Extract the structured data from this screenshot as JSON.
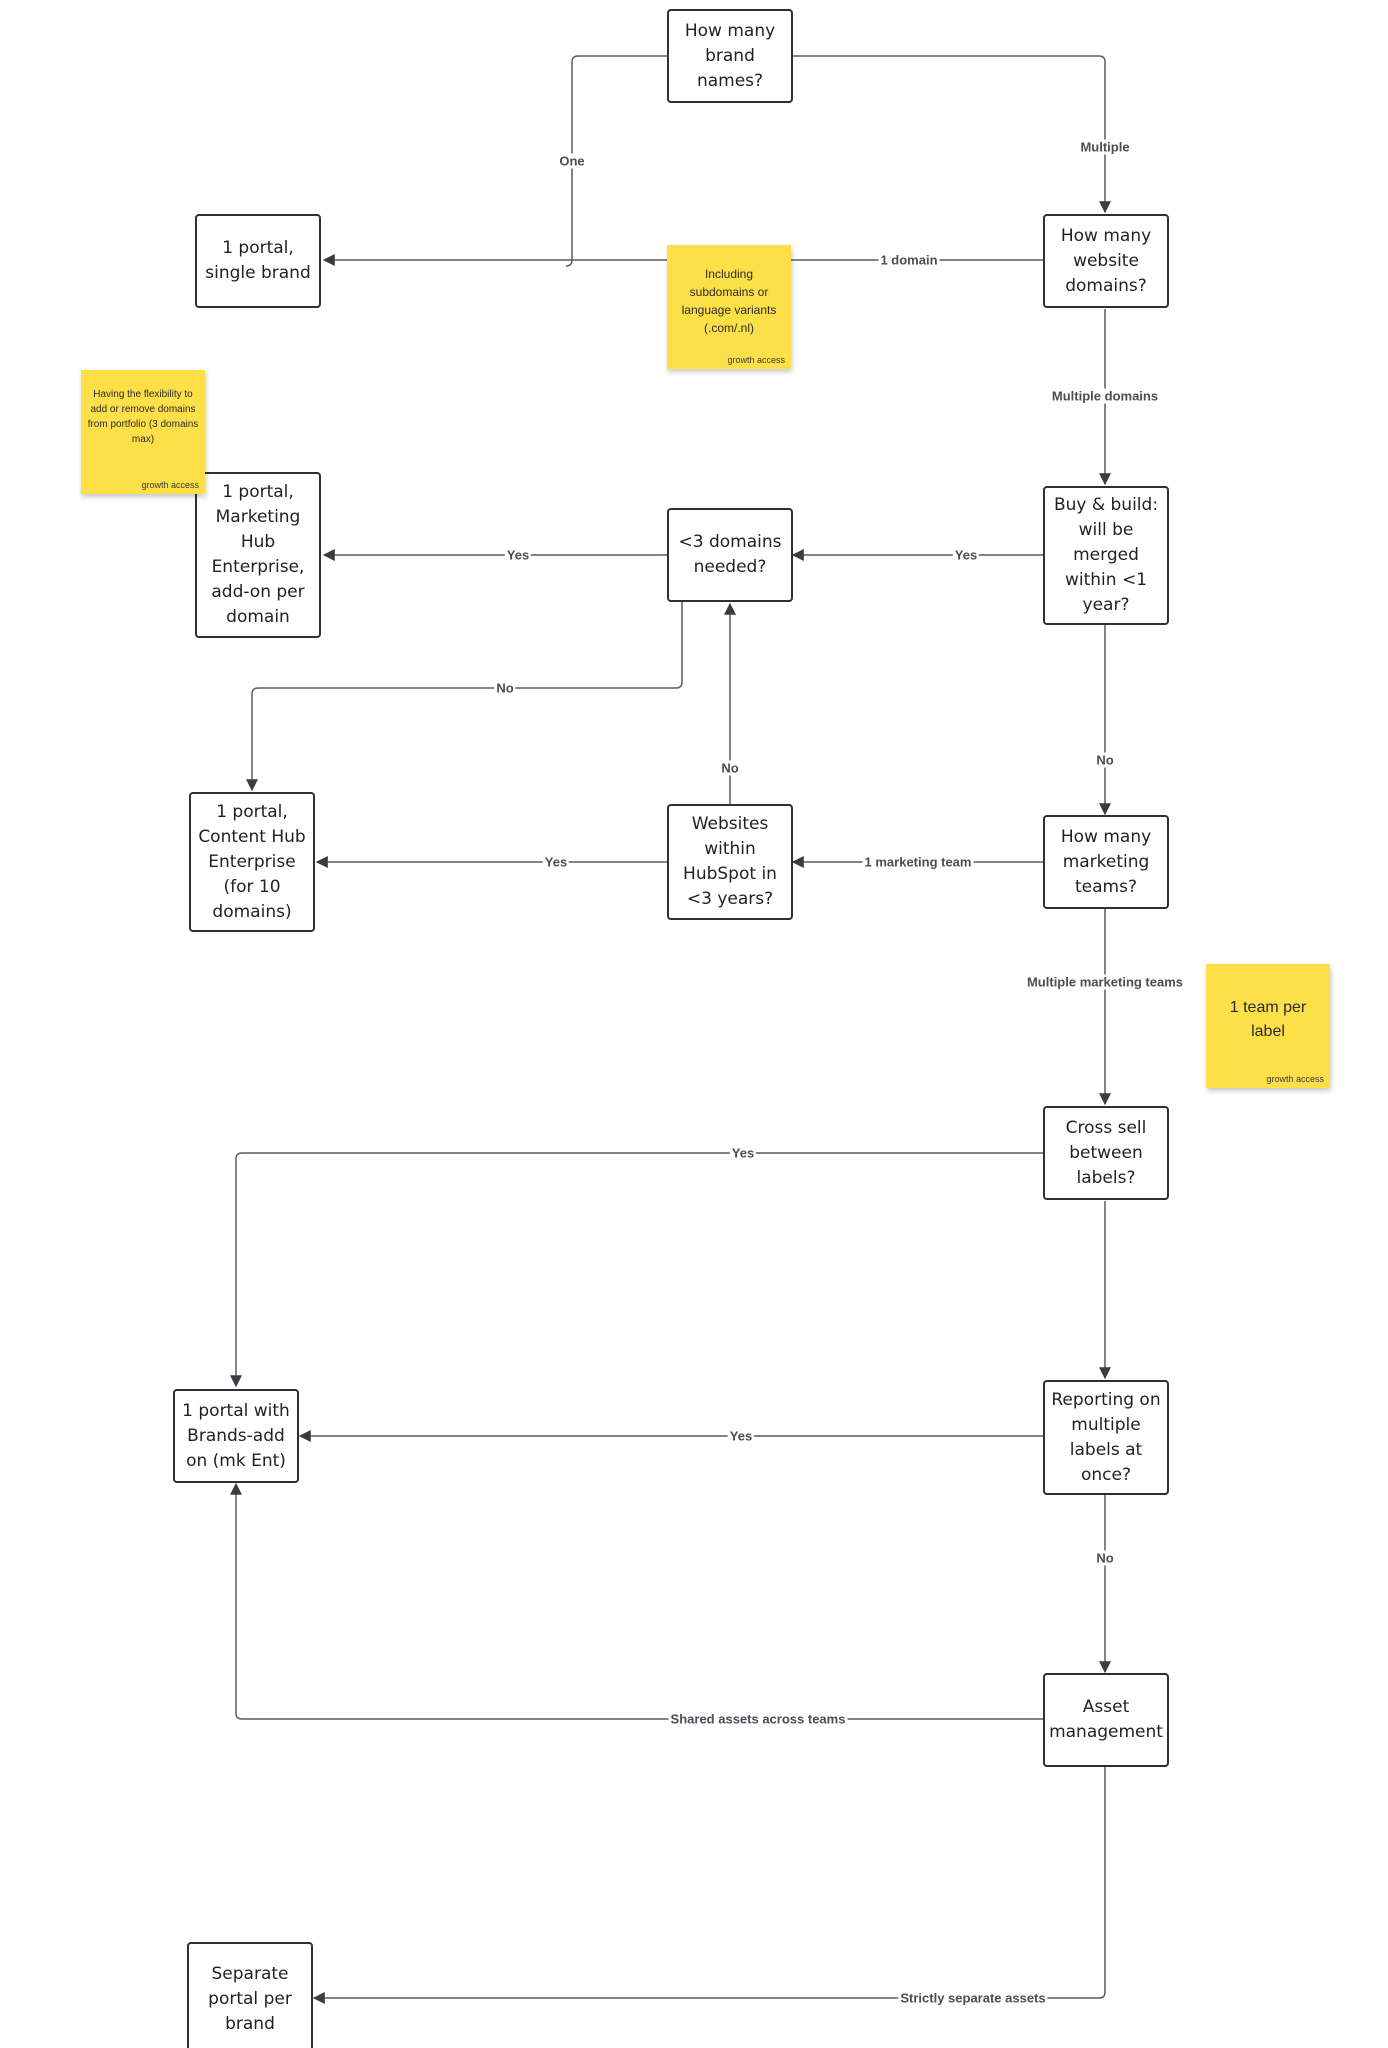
{
  "nodes": {
    "brand_names": "How many brand names?",
    "single_brand": "1 portal, single brand",
    "website_domains": "How many website domains?",
    "buy_build": "Buy & build: will be merged within <1 year?",
    "lt3_domains": "<3 domains needed?",
    "mh_enterprise": "1 portal, Marketing Hub Enterprise, add-on per domain",
    "content_hub": "1 portal, Content Hub Enterprise (for 10 domains)",
    "websites_hubspot": "Websites within HubSpot in <3 years?",
    "marketing_teams": "How many marketing teams?",
    "cross_sell": "Cross sell between labels?",
    "brands_addon": "1 portal with Brands-add on (mk Ent)",
    "reporting": "Reporting on multiple labels at once?",
    "asset_mgmt": "Asset management",
    "separate_portal": "Separate portal per brand"
  },
  "edge_labels": {
    "one": "One",
    "multiple": "Multiple",
    "one_domain": "1 domain",
    "multiple_domains": "Multiple domains",
    "yes_buy_build": "Yes",
    "yes_lt3": "Yes",
    "no_lt3": "No",
    "no_buy_build": "No",
    "no_websites": "No",
    "yes_websites": "Yes",
    "one_marketing_team": "1 marketing team",
    "multiple_marketing_teams": "Multiple marketing teams",
    "yes_cross_sell": "Yes",
    "yes_reporting": "Yes",
    "no_reporting": "No",
    "shared_assets": "Shared assets across teams",
    "strictly_separate": "Strictly separate assets"
  },
  "stickies": {
    "subdomains": {
      "text": "Including subdomains or language variants (.com/.nl)",
      "tag": "growth access"
    },
    "flexibility": {
      "text": "Having the flexibility to add or remove domains from portfolio (3 domains max)",
      "tag": "growth access"
    },
    "team_per_label": {
      "text": "1 team per label",
      "tag": "growth access"
    }
  },
  "colors": {
    "line": "#5a5c63",
    "node_border": "#2e2f36",
    "sticky": "#fde047"
  }
}
